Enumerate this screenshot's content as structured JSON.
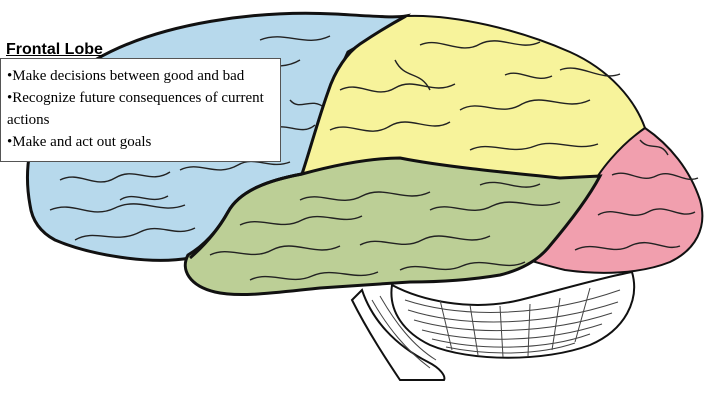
{
  "callout": {
    "title": "Frontal Lobe",
    "bullet_char": "•",
    "items": [
      "Make decisions between good and bad",
      "Recognize future consequences of current actions",
      "Make and act out goals"
    ]
  },
  "colors": {
    "frontal_lobe": "#b7d9ec",
    "parietal_lobe": "#f7f39b",
    "temporal_lobe": "#bccf96",
    "occipital_lobe": "#f19fae",
    "cerebellum": "#ffffff",
    "outline": "#111111"
  }
}
